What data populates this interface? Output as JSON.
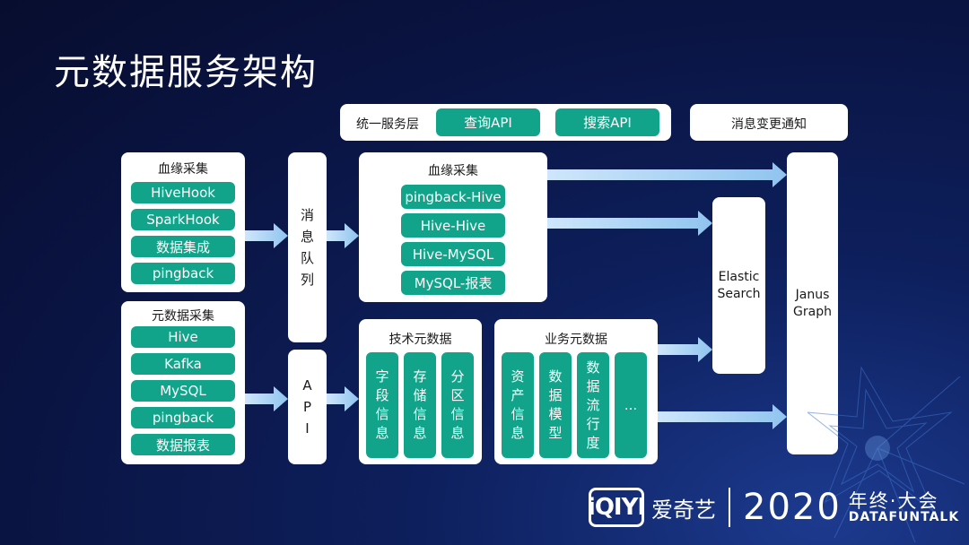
{
  "title": "元数据服务架构",
  "unified_layer": {
    "label": "统一服务层",
    "query_api": "查询API",
    "search_api": "搜索API"
  },
  "notify": "消息变更通知",
  "lineage_collect_left": {
    "title": "血缘采集",
    "items": [
      "HiveHook",
      "SparkHook",
      "数据集成",
      "pingback"
    ]
  },
  "metadata_collect": {
    "title": "元数据采集",
    "items": [
      "Hive",
      "Kafka",
      "MySQL",
      "pingback",
      "数据报表"
    ]
  },
  "message_queue": [
    "消",
    "息",
    "队",
    "列"
  ],
  "api_box": [
    "A",
    "P",
    "I"
  ],
  "lineage_collect_right": {
    "title": "血缘采集",
    "items": [
      "pingback-Hive",
      "Hive-Hive",
      "Hive-MySQL",
      "MySQL-报表"
    ]
  },
  "tech_metadata": {
    "title": "技术元数据",
    "columns": [
      [
        "字",
        "段",
        "信",
        "息"
      ],
      [
        "存",
        "储",
        "信",
        "息"
      ],
      [
        "分",
        "区",
        "信",
        "息"
      ]
    ]
  },
  "biz_metadata": {
    "title": "业务元数据",
    "columns": [
      [
        "资",
        "产",
        "信",
        "息"
      ],
      [
        "数",
        "据",
        "模",
        "型"
      ],
      [
        "数",
        "据",
        "流",
        "行",
        "度"
      ],
      [
        "..."
      ]
    ]
  },
  "elastic_search": [
    "Elastic",
    "Search"
  ],
  "janus_graph": [
    "Janus",
    "Graph"
  ],
  "branding": {
    "iqiyi_logo": "iQIYI",
    "iqiyi_cn": "爱奇艺",
    "year": "2020",
    "event_cn": "年终·大会",
    "event_en": "DATAFUNTALK"
  },
  "colors": {
    "pill": "#11a48a",
    "arrow": "#8fc4ef",
    "panel": "#ffffff",
    "background": "#0a1442"
  }
}
